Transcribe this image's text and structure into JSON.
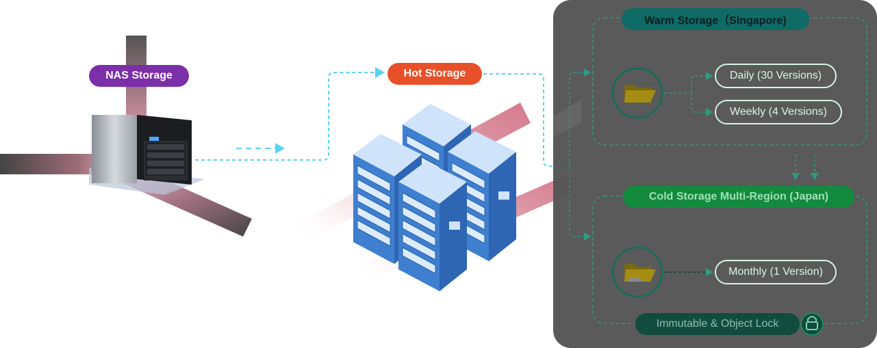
{
  "nas_label": "NAS Storage",
  "hot_label": "Hot Storage",
  "warm_title": "Warm Storage（Singapore)",
  "cold_title": "Cold Storage Multi-Region (Japan)",
  "warm_versions": [
    "Daily (30 Versions)",
    "Weekly (4 Versions)"
  ],
  "cold_versions": [
    "Monthly (1 Version)"
  ],
  "immutable_label": "Immutable & Object Lock",
  "colors": {
    "nas": "#7b2fa8",
    "hot": "#e8502a",
    "warm": "#0e6b66",
    "cold": "#138a3e",
    "panel": "#555555",
    "flow": "#5ad3f0",
    "server": "#3f7fd0"
  },
  "icons": [
    "nas-device-icon",
    "server-rack-icon",
    "folder-icon",
    "lock-icon"
  ]
}
